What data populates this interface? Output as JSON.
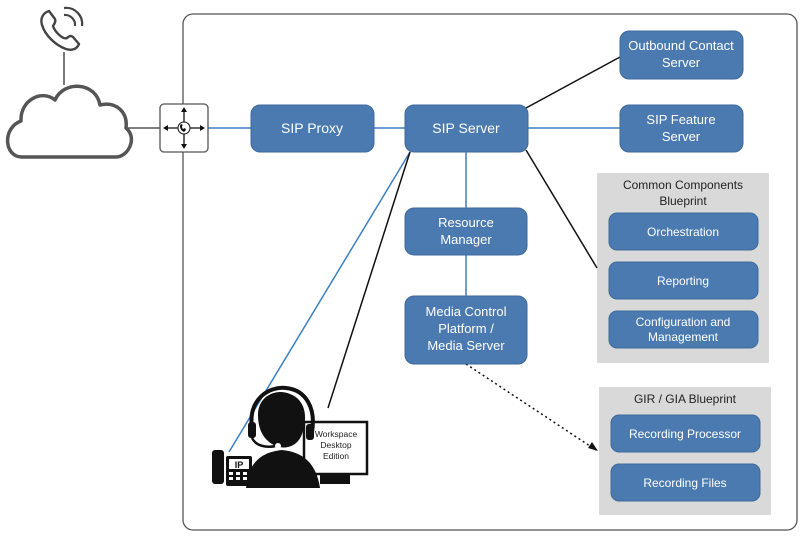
{
  "nodes": {
    "sip_proxy": "SIP Proxy",
    "sip_server": "SIP Server",
    "outbound_contact_server": [
      "Outbound Contact",
      "Server"
    ],
    "sip_feature_server": [
      "SIP Feature",
      "Server"
    ],
    "resource_manager": [
      "Resource",
      "Manager"
    ],
    "media_server": [
      "Media Control",
      "Platform /",
      "Media Server"
    ]
  },
  "groups": {
    "common_components": {
      "title": [
        "Common Components",
        "Blueprint"
      ],
      "items": [
        "Orchestration",
        "Reporting",
        [
          "Configuration and",
          "Management"
        ]
      ]
    },
    "gir_gia": {
      "title": "GIR / GIA Blueprint",
      "items": [
        "Recording Processor",
        "Recording Files"
      ]
    }
  },
  "workstation": {
    "monitor_label": [
      "Workspace",
      "Desktop",
      "Edition"
    ],
    "phone_label": "IP"
  },
  "colors": {
    "node": "#4a7ab0",
    "blue_line": "#3b7fc4",
    "black_line": "#111111",
    "group_bg": "#d9d9d9",
    "border": "#555555"
  }
}
